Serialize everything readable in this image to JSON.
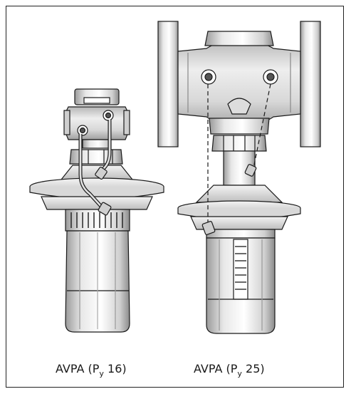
{
  "captions": [
    {
      "prefix": "AVPA (P",
      "sub": "y",
      "suffix": " 16)"
    },
    {
      "prefix": "AVPA (P",
      "sub": "y",
      "suffix": " 25)"
    }
  ],
  "colors": {
    "line": "#1a1a1a",
    "metal_light": "#f2f2f2",
    "metal_mid": "#c9c9c9",
    "metal_dark": "#8a8a8a",
    "body_fill": "#e6e6e6"
  },
  "icons": [
    "valve-small-icon",
    "valve-large-icon",
    "impulse-tube-icon"
  ]
}
